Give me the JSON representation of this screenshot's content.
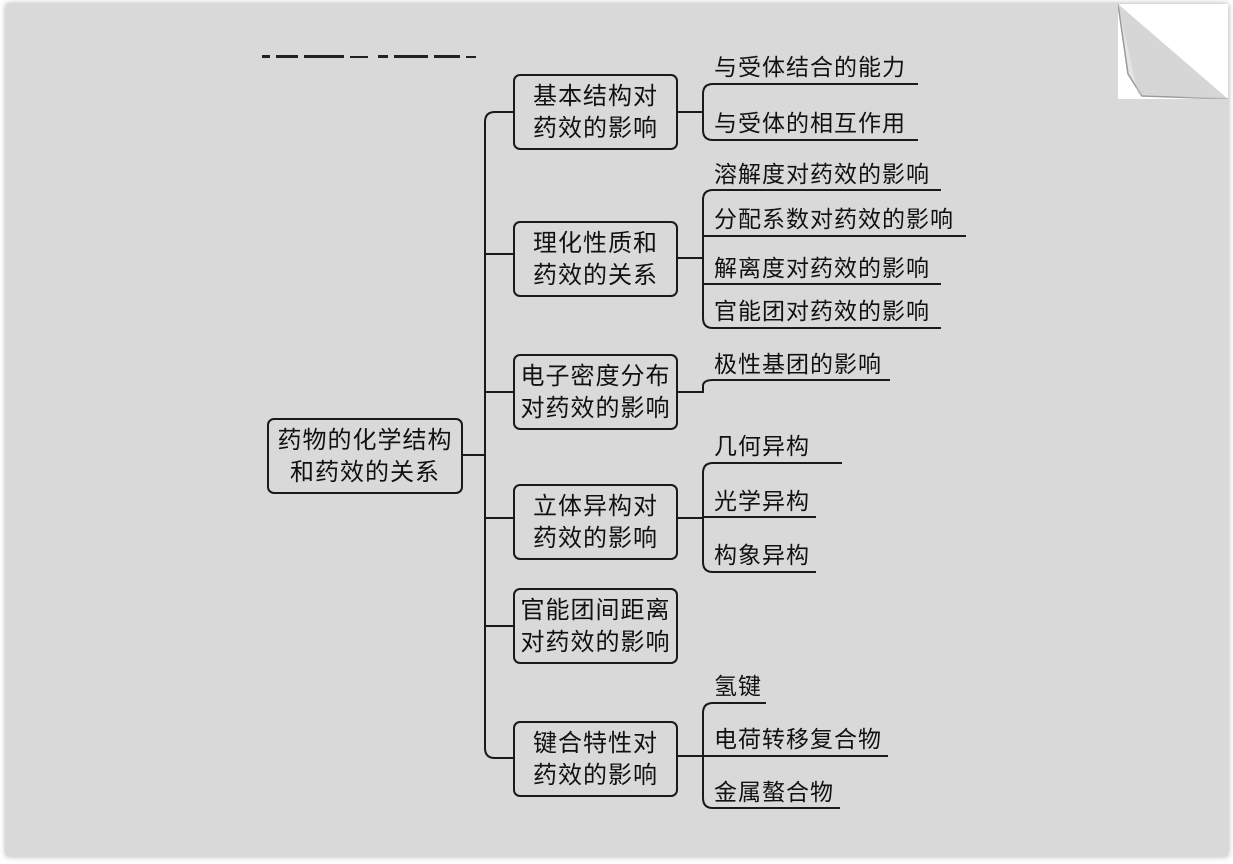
{
  "root": {
    "line1": "药物的化学结构",
    "line2": "和药效的关系"
  },
  "branches": [
    {
      "line1": "基本结构对",
      "line2": "药效的影响",
      "leaves": [
        "与受体结合的能力",
        "与受体的相互作用"
      ]
    },
    {
      "line1": "理化性质和",
      "line2": "药效的关系",
      "leaves": [
        "溶解度对药效的影响",
        "分配系数对药效的影响",
        "解离度对药效的影响",
        "官能团对药效的影响"
      ]
    },
    {
      "line1": "电子密度分布",
      "line2": "对药效的影响",
      "leaves": [
        "极性基团的影响"
      ]
    },
    {
      "line1": "立体异构对",
      "line2": "药效的影响",
      "leaves": [
        "几何异构",
        "光学异构",
        "构象异构"
      ]
    },
    {
      "line1": "官能团间距离",
      "line2": "对药效的影响",
      "leaves": []
    },
    {
      "line1": "键合特性对",
      "line2": "药效的影响",
      "leaves": [
        "氢键",
        "电荷转移复合物",
        "金属螯合物"
      ]
    }
  ],
  "colors": {
    "paper": "#d9d9d9",
    "ink": "#1a1a1a"
  }
}
